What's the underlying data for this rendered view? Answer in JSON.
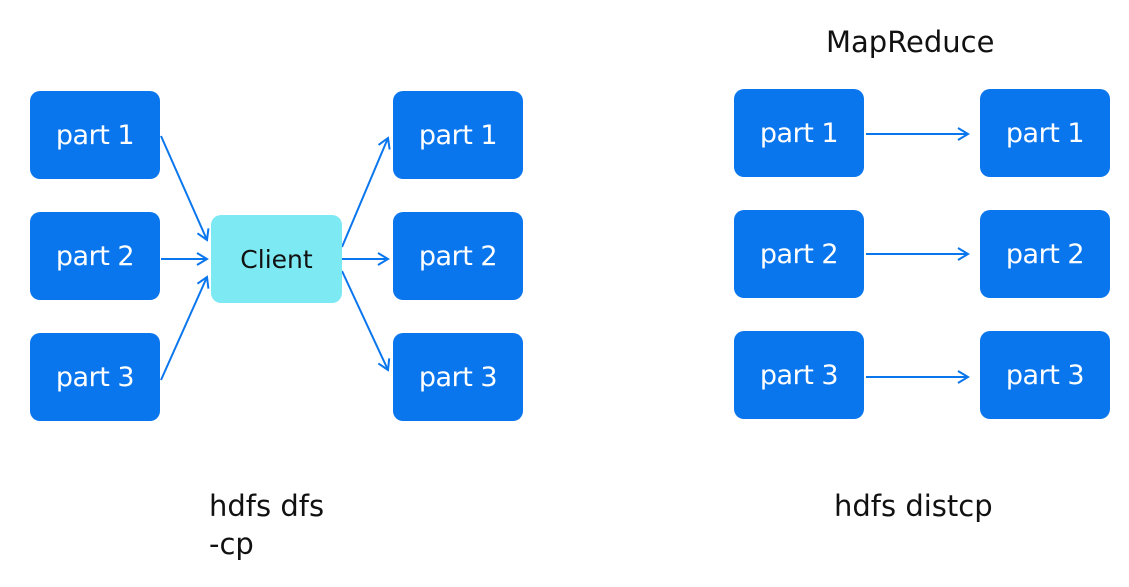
{
  "colors": {
    "part_box": "#0a76ee",
    "client_box": "#7de9f3",
    "arrow": "#0a76ee"
  },
  "left_diagram": {
    "sources": [
      "part 1",
      "part 2",
      "part 3"
    ],
    "client": "Client",
    "targets": [
      "part 1",
      "part 2",
      "part 3"
    ],
    "command_line1": "hdfs dfs",
    "command_line2": "-cp"
  },
  "right_diagram": {
    "title": "MapReduce",
    "sources": [
      "part 1",
      "part 2",
      "part 3"
    ],
    "targets": [
      "part 1",
      "part 2",
      "part 3"
    ],
    "command": "hdfs distcp"
  }
}
